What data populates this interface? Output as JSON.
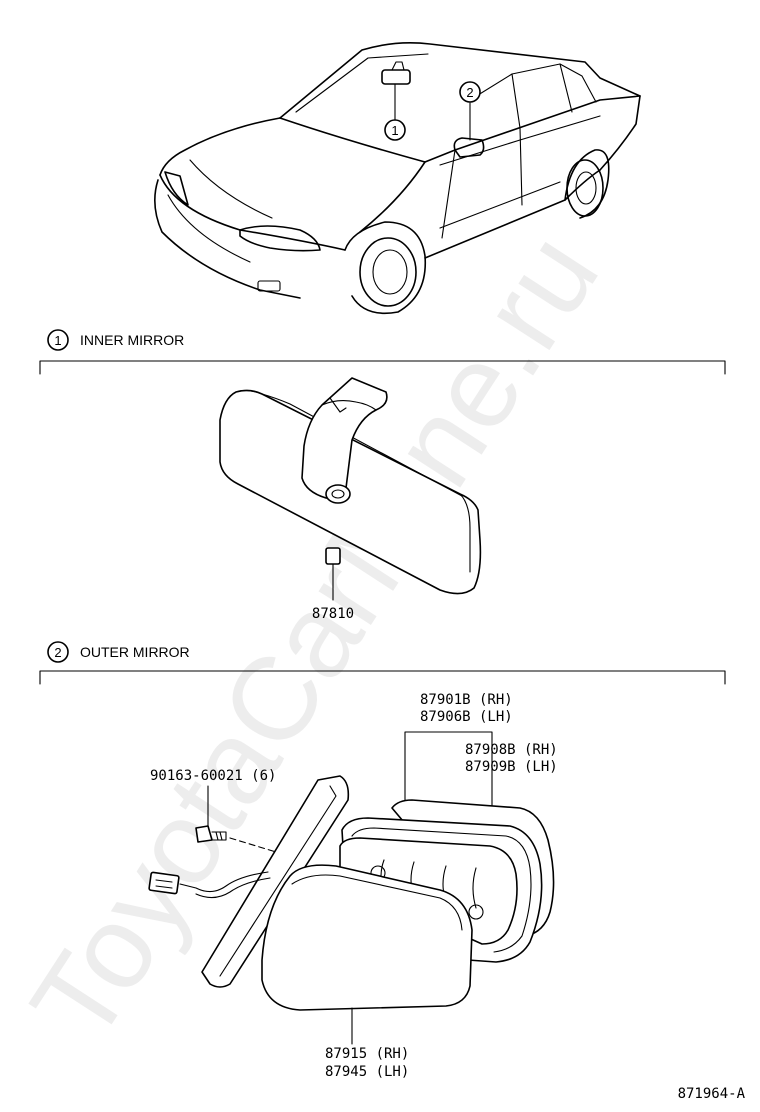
{
  "watermark": "ToyotaCarMine.ru",
  "callouts": {
    "one": "1",
    "two": "2"
  },
  "sections": [
    {
      "number": "1",
      "title": "INNER MIRROR"
    },
    {
      "number": "2",
      "title": "OUTER MIRROR"
    }
  ],
  "parts": {
    "inner_mirror": "87810",
    "outer_mirror_rh": "87901B (RH)",
    "outer_mirror_lh": "87906B (LH)",
    "mirror_glass_rh": "87908B (RH)",
    "mirror_glass_lh": "87909B (LH)",
    "screw": "90163-60021 (6)",
    "cover_rh": "87915 (RH)",
    "cover_lh": "87945 (LH)"
  },
  "figure_id": "871964-A"
}
